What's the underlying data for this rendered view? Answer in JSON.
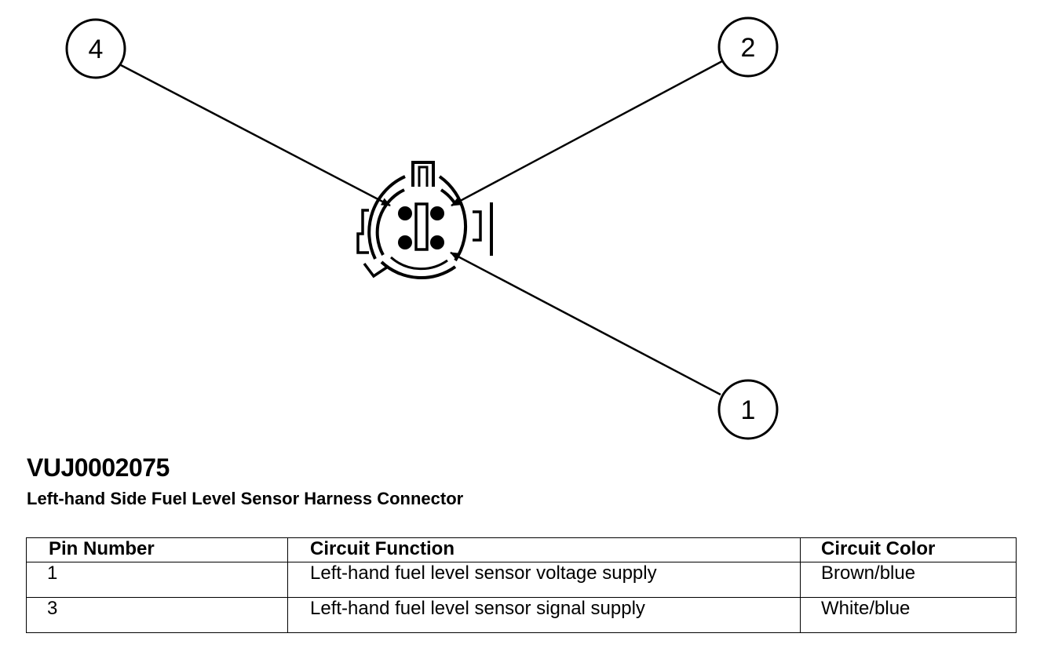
{
  "callouts": [
    {
      "id": "callout-4",
      "label": "4"
    },
    {
      "id": "callout-2",
      "label": "2"
    },
    {
      "id": "callout-1",
      "label": "1"
    }
  ],
  "document": {
    "id": "VUJ0002075",
    "title": "Left-hand Side Fuel Level Sensor Harness Connector"
  },
  "table": {
    "headers": [
      "Pin Number",
      "Circuit Function",
      "Circuit Color"
    ],
    "rows": [
      [
        "1",
        "Left-hand fuel level sensor voltage supply",
        "Brown/blue"
      ],
      [
        "3",
        "Left-hand fuel level sensor signal supply",
        "White/blue"
      ]
    ]
  }
}
